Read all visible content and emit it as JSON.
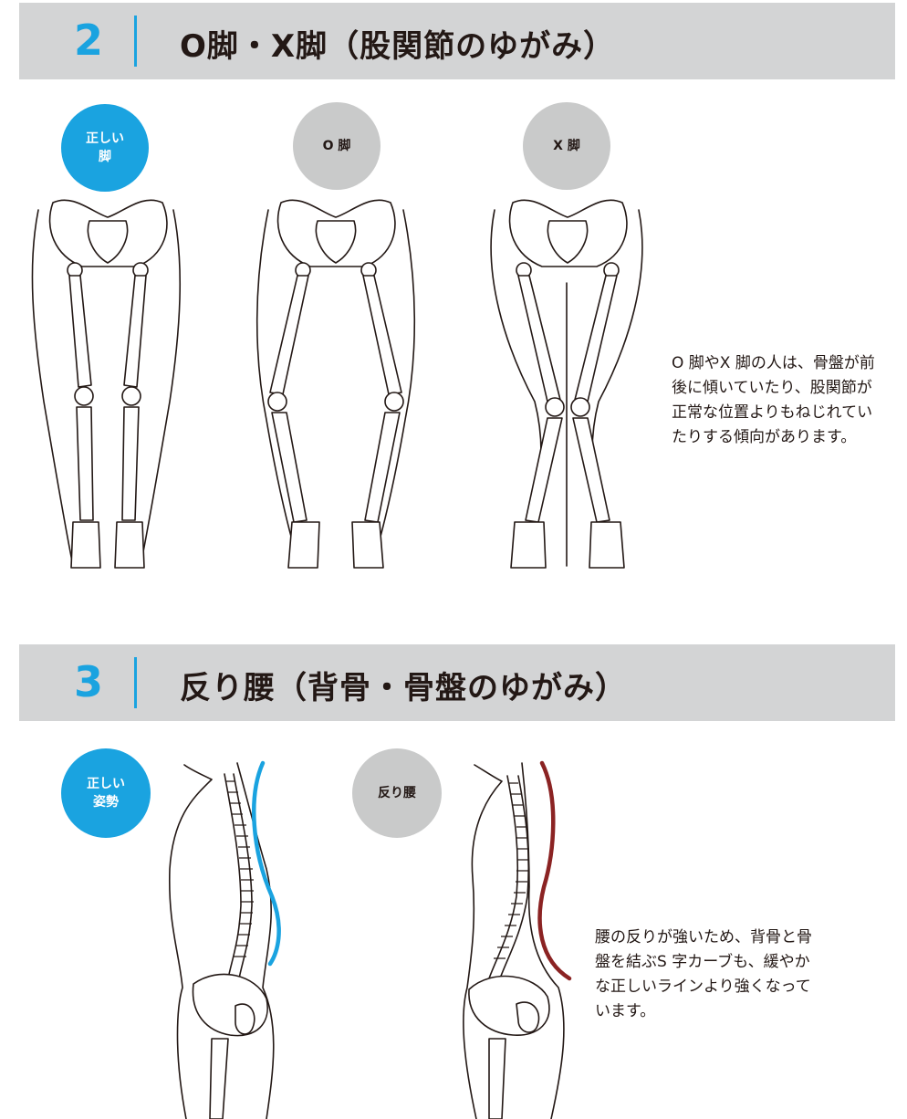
{
  "section2": {
    "number": "2",
    "title": "O脚・X脚（股関節のゆがみ）",
    "badges": [
      "正しい\n脚",
      "O 脚",
      "X 脚"
    ],
    "description": "O 脚やX 脚の人は、骨盤が前後に傾いていたり、股関節が正常な位置よりもねじれていたりする傾向があります。"
  },
  "section3": {
    "number": "3",
    "title": "反り腰（背骨・骨盤のゆがみ）",
    "badges": [
      "正しい\n姿勢",
      "反り腰"
    ],
    "description": "腰の反りが強いため、背骨と骨盤を結ぶS 字カーブも、緩やかな正しいラインより強くなっています。"
  },
  "colors": {
    "accent": "#1aa3e0",
    "banner": "#d3d4d5",
    "badge_gray": "#c9caca",
    "correct_curve": "#1aa3e0",
    "sway_curve": "#8b2323"
  }
}
